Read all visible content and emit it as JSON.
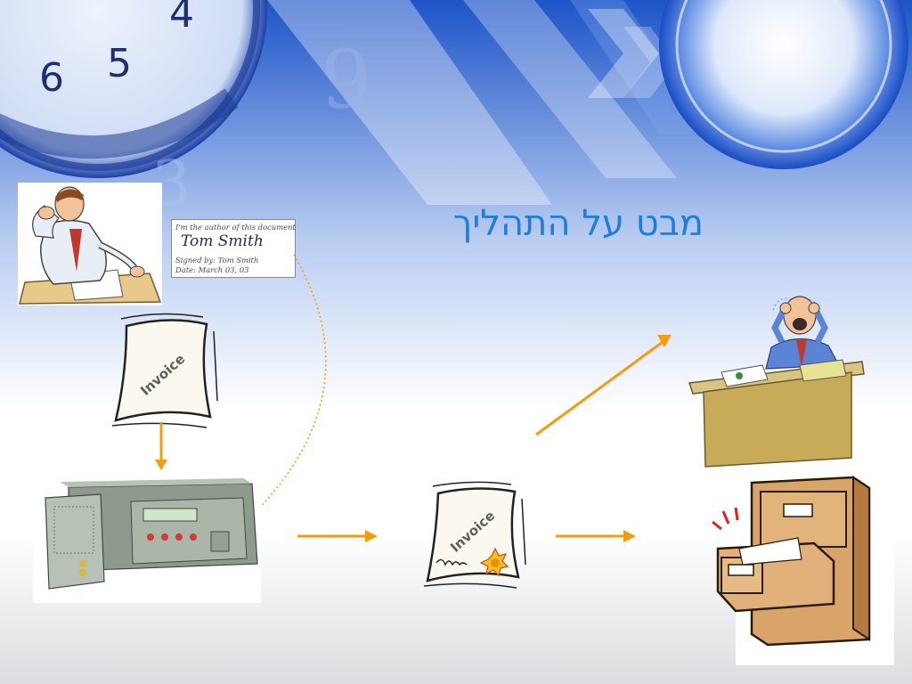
{
  "slide": {
    "title": "מבט על התהליך"
  },
  "signature_card": {
    "author_line": "I'm the author of this document",
    "signature": "Tom Smith",
    "signed_by": "Signed by: Tom Smith",
    "date": "Date: March 03, 03"
  },
  "documents": {
    "invoice_label": "Invoice"
  },
  "colors": {
    "title": "#1e7fd8",
    "arrow": "#f39c12",
    "background_blue": "#2a5fd0"
  },
  "icons": [
    "bored-writer",
    "server-device",
    "signed-invoice",
    "distressed-man-at-desk",
    "file-cabinet"
  ]
}
